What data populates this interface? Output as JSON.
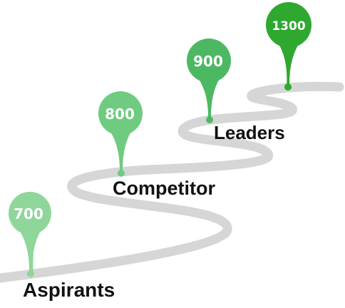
{
  "milestones": [
    {
      "value": "700",
      "label": "Aspirants",
      "color": "#8fd69a"
    },
    {
      "value": "800",
      "label": "Competitor",
      "color": "#6fcb7f"
    },
    {
      "value": "900",
      "label": "Leaders",
      "color": "#4db862"
    },
    {
      "value": "1300",
      "label": "",
      "color": "#2ea82f"
    }
  ],
  "colors": {
    "road": "#d6d6d6",
    "text": "#111111"
  }
}
